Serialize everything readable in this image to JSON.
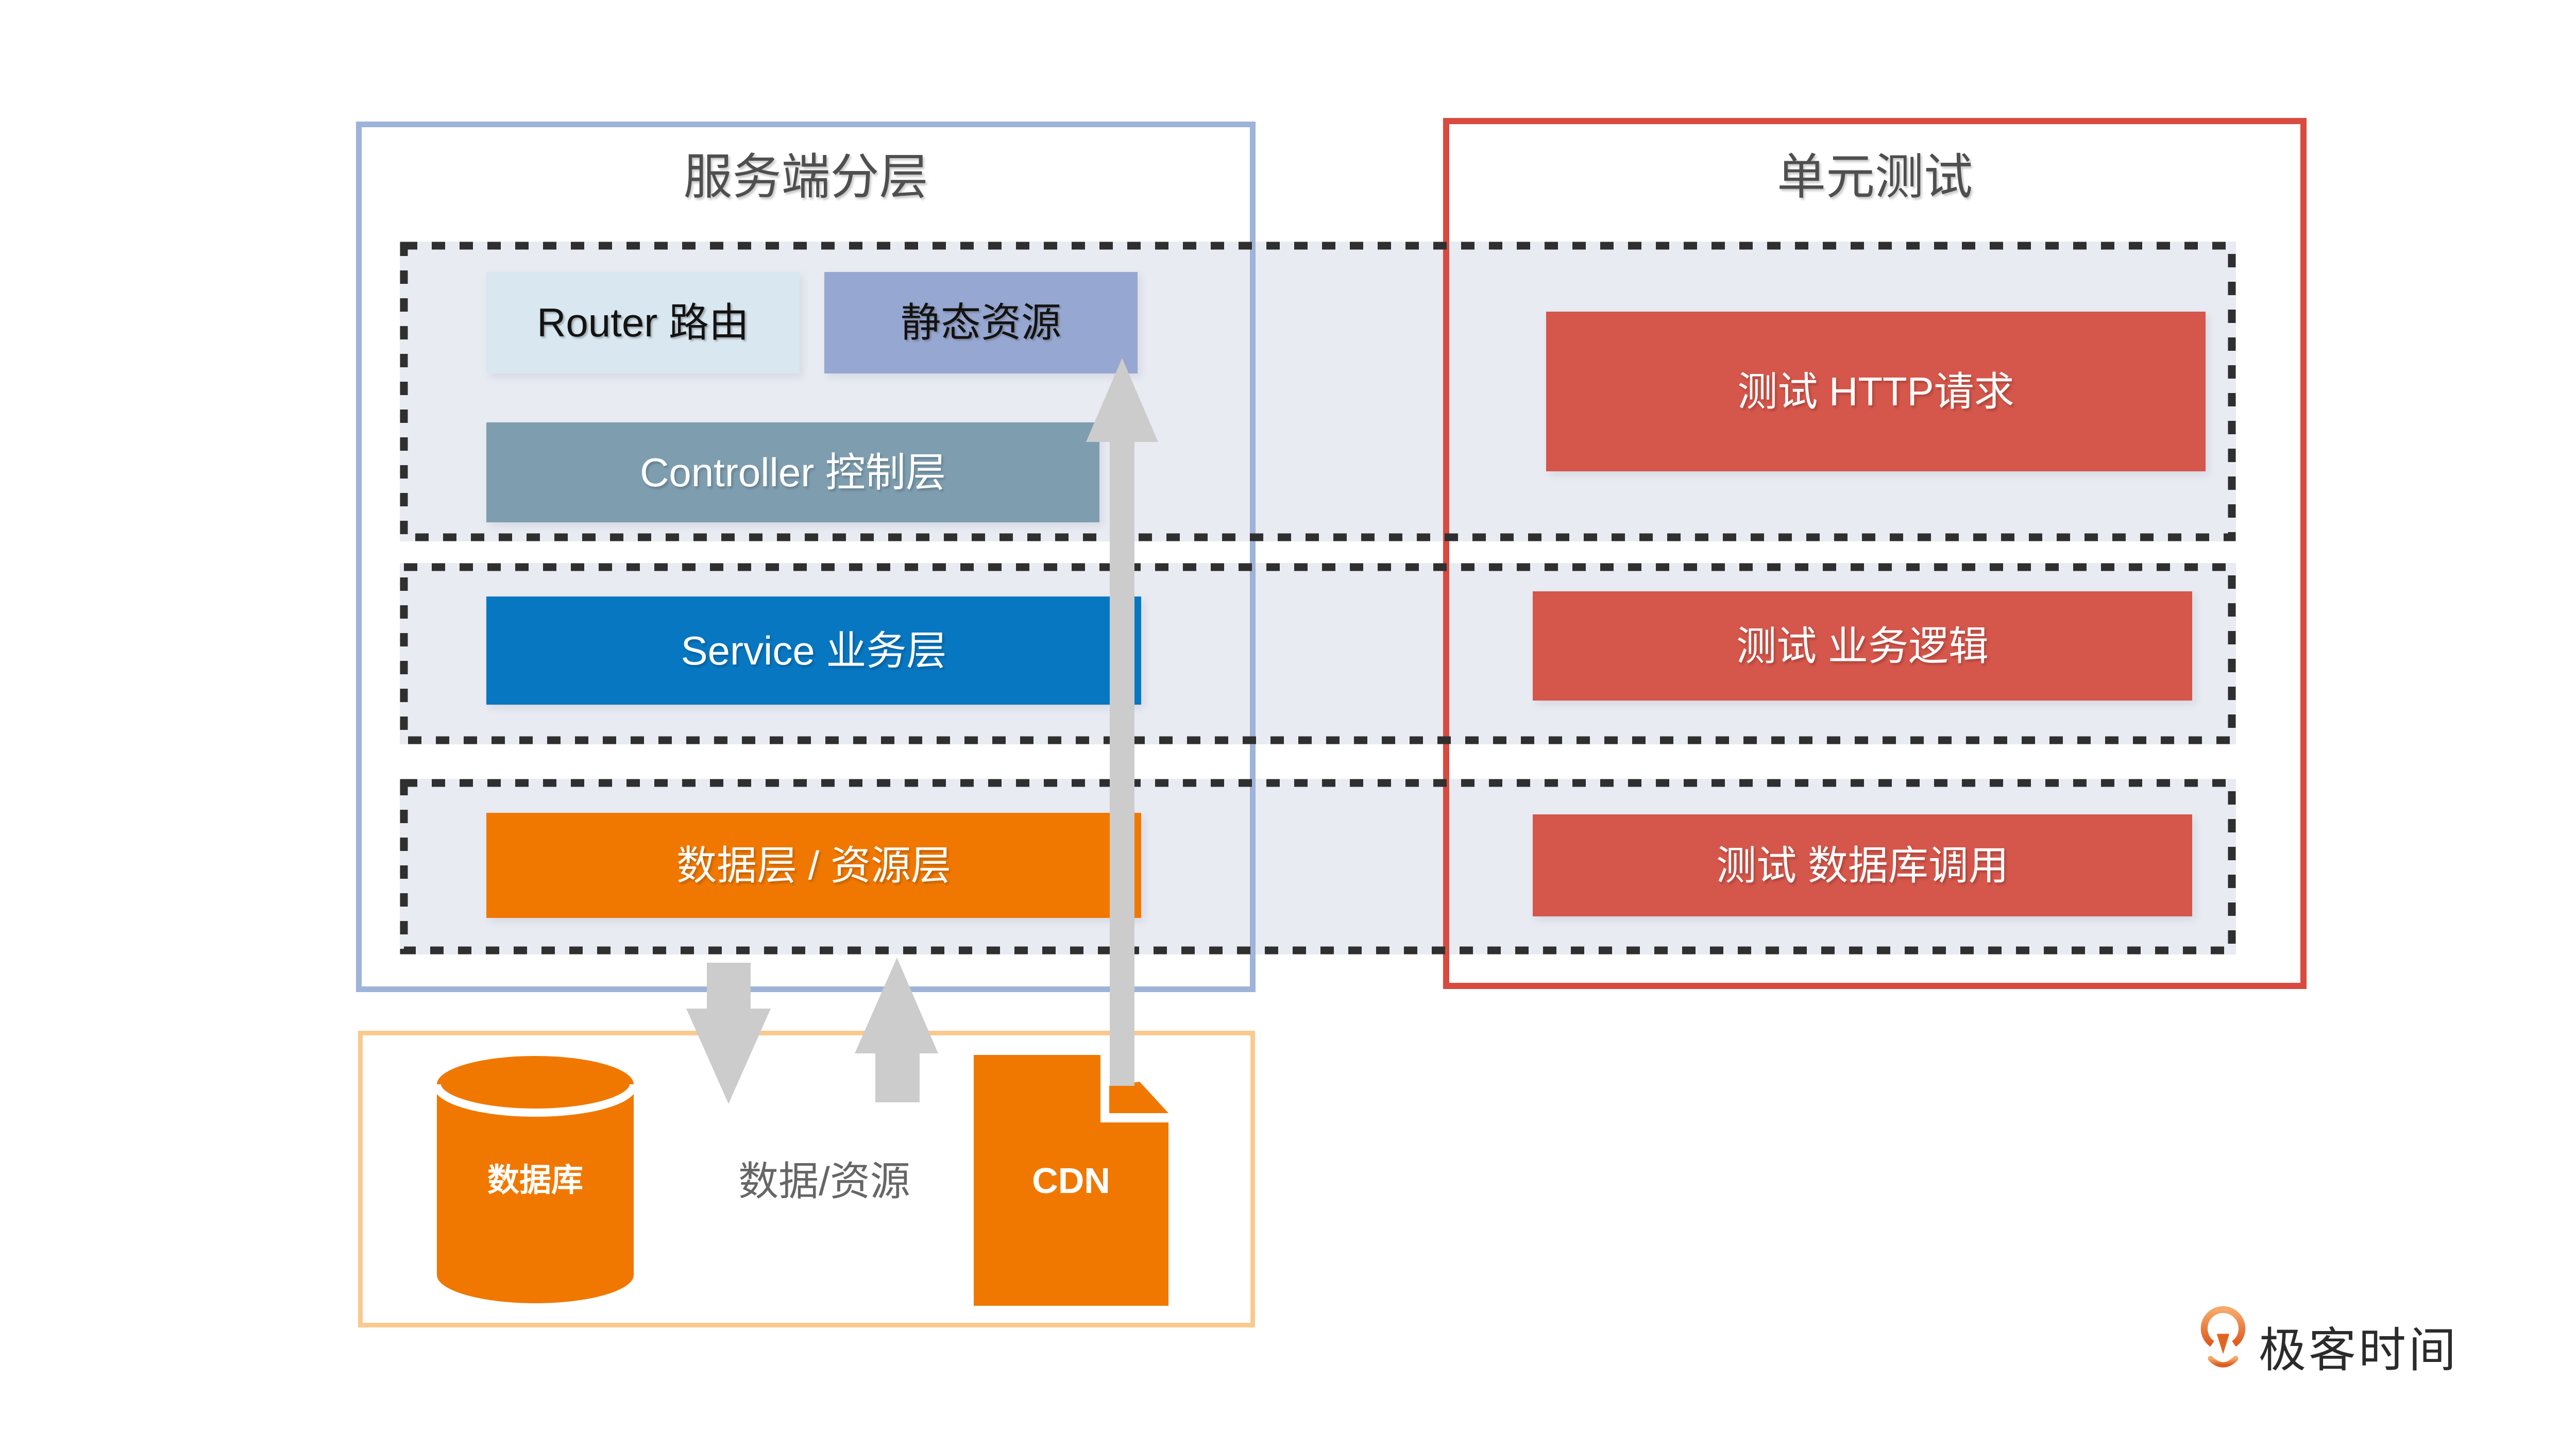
{
  "server_panel": {
    "title": "服务端分层",
    "border_color": "#9DB3D8"
  },
  "test_panel": {
    "title": "单元测试",
    "border_color": "#D94A3F"
  },
  "resource_panel": {
    "border_color": "#FAC98E"
  },
  "dashed_zones": {
    "background": "#E9EBF3",
    "dash_color": "#2F2F2F"
  },
  "layers": {
    "router": {
      "label": "Router 路由",
      "color": "#D8E7F0"
    },
    "static": {
      "label": "静态资源",
      "color": "#96A7D2"
    },
    "controller": {
      "label": "Controller 控制层",
      "color": "#7E9EB0"
    },
    "service": {
      "label": "Service 业务层",
      "color": "#0877C1"
    },
    "data": {
      "label": "数据层 / 资源层",
      "color": "#F07800"
    }
  },
  "tests": [
    {
      "label": "测试 HTTP请求",
      "color": "#D5564A"
    },
    {
      "label": "测试 业务逻辑",
      "color": "#D5564A"
    },
    {
      "label": "测试 数据库调用",
      "color": "#D5564A"
    }
  ],
  "resources": {
    "database": {
      "label": "数据库",
      "color": "#F07800"
    },
    "flow_label": "数据/资源",
    "cdn": {
      "label": "CDN",
      "color": "#F07800"
    }
  },
  "arrows": {
    "color": "#CCCCCC"
  },
  "logo": {
    "text": "极客时间",
    "mark_color": "#E8692B"
  }
}
